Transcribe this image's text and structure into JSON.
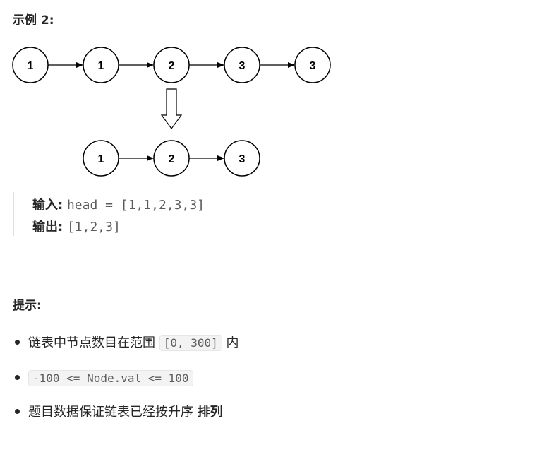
{
  "example": {
    "heading": "示例 2:"
  },
  "diagram": {
    "input_list": [
      "1",
      "1",
      "2",
      "3",
      "3"
    ],
    "output_list": [
      "1",
      "2",
      "3"
    ]
  },
  "io": {
    "input_label": "输入:",
    "input_value": "head = [1,1,2,3,3]",
    "output_label": "输出:",
    "output_value": "[1,2,3]"
  },
  "hints": {
    "heading": "提示:",
    "items": [
      {
        "text_before": "链表中节点数目在范围 ",
        "code": "[0, 300]",
        "text_after": " 内"
      },
      {
        "code": "-100 <= Node.val <= 100"
      },
      {
        "text_before": "题目数据保证链表已经按升序 ",
        "strong": "排列"
      }
    ]
  }
}
